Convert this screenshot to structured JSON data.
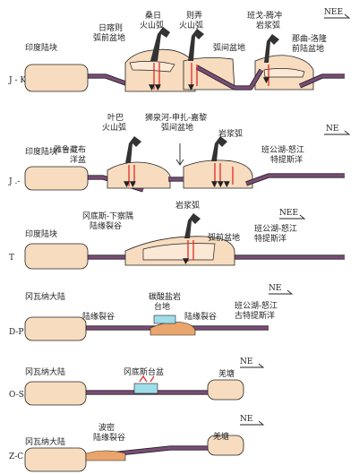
{
  "panels": [
    {
      "id": "jk",
      "age": "J - K",
      "labels": {
        "left_block": "印度陆块",
        "arc1": [
          "桑日",
          "火山弧"
        ],
        "arc2": [
          "则弄",
          "火山弧"
        ],
        "forearc": [
          "日喀则",
          "弧前盆地"
        ],
        "interarc": "弧间盆地",
        "banggo": [
          "班戈-腾冲",
          "岩浆弧"
        ],
        "naqu": [
          "那曲-洛隆",
          "前陆盆地"
        ],
        "direction": "NEE"
      }
    },
    {
      "id": "j",
      "age": "J .-",
      "labels": {
        "left_block": "印度陆块",
        "yarlung": [
          "雅鲁藏布",
          "洋盆"
        ],
        "yeba": [
          "叶巴",
          "火山弧"
        ],
        "shiquanhe": [
          "狮泉河-申扎-嘉黎",
          "弧间盆地"
        ],
        "magmatic_arc": "岩浆弧",
        "bangong": [
          "班公湖-怒江",
          "特提斯洋"
        ],
        "direction": "NE"
      }
    },
    {
      "id": "t",
      "age": "T",
      "labels": {
        "left_block": "印度陆块",
        "rift": [
          "冈底斯-下察隅",
          "陆缘裂谷"
        ],
        "magmatic_arc": "岩浆弧",
        "backarc": "弧前盆地",
        "bangong": [
          "班公湖-怒江",
          "特提斯洋"
        ],
        "direction": "NEE"
      }
    },
    {
      "id": "dp",
      "age": "D-P",
      "labels": {
        "left_block": "冈瓦纳大陆",
        "rift_left": "陆缘裂谷",
        "carbonate": [
          "碳酸盐岩",
          "台地"
        ],
        "rift_right": "陆缘裂谷",
        "bangong": [
          "班公湖-怒江",
          "古特提斯洋"
        ],
        "direction": "NE"
      }
    },
    {
      "id": "os",
      "age": "O-S",
      "labels": {
        "left_block": "冈瓦纳大陆",
        "platform": "冈底斯台盆",
        "qiangtang": "羌塘",
        "direction": "NE"
      }
    },
    {
      "id": "zc",
      "age": "Z-C",
      "labels": {
        "left_block": "冈瓦纳大陆",
        "bomi": [
          "波密",
          "陆缘裂谷"
        ],
        "qiangtang": "羌塘",
        "direction": "NE"
      }
    }
  ]
}
